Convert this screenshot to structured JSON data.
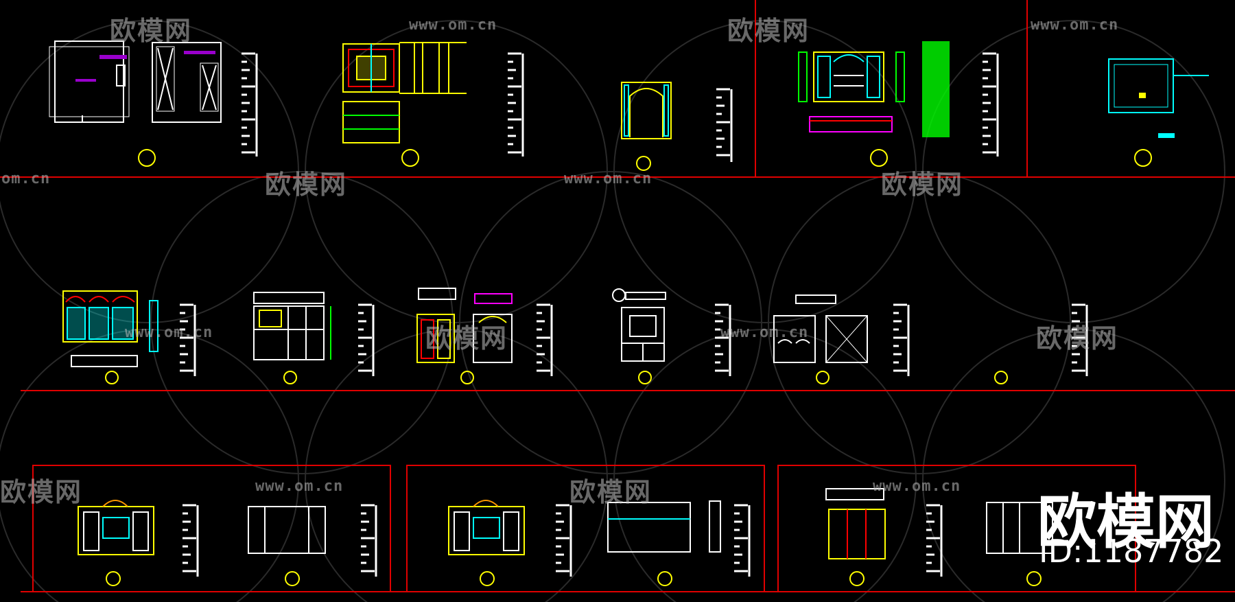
{
  "watermark": {
    "url": "www.om.cn",
    "url_fragment": "om.cn",
    "brand": "欧模网",
    "brand_fragment": "欧模网"
  },
  "stamp": {
    "brand": "欧模网",
    "id": "ID:1187782"
  },
  "colors": {
    "background": "#000000",
    "frame_line": "#e00000",
    "yellow": "#ffff00",
    "cyan": "#00ffff",
    "green": "#00ff00",
    "white": "#ffffff",
    "magenta": "#ff00ff",
    "red": "#ff0000",
    "purple": "#9900cc"
  },
  "drawings": [
    {
      "name": "floor-plan-a",
      "kind": "plan"
    },
    {
      "name": "floor-plan-b",
      "kind": "plan"
    },
    {
      "name": "cabinet-elevation-front",
      "kind": "elevation"
    },
    {
      "name": "arched-doorway-elevation",
      "kind": "elevation"
    },
    {
      "name": "wine-cabinet-elevation",
      "kind": "elevation"
    },
    {
      "name": "room-plan-cyan",
      "kind": "plan"
    },
    {
      "name": "bookcase-elevation-cyan",
      "kind": "elevation"
    },
    {
      "name": "wardrobe-elevation",
      "kind": "elevation"
    },
    {
      "name": "door-cabinet-elevation",
      "kind": "elevation"
    },
    {
      "name": "vanity-elevation",
      "kind": "elevation"
    },
    {
      "name": "glass-cabinet-elevation",
      "kind": "elevation"
    },
    {
      "name": "empty-sheet",
      "kind": "blank"
    },
    {
      "name": "tv-wall-elevation-1",
      "kind": "elevation"
    },
    {
      "name": "tv-wall-elevation-2",
      "kind": "elevation"
    },
    {
      "name": "wardrobe-elevation-2",
      "kind": "elevation"
    }
  ]
}
